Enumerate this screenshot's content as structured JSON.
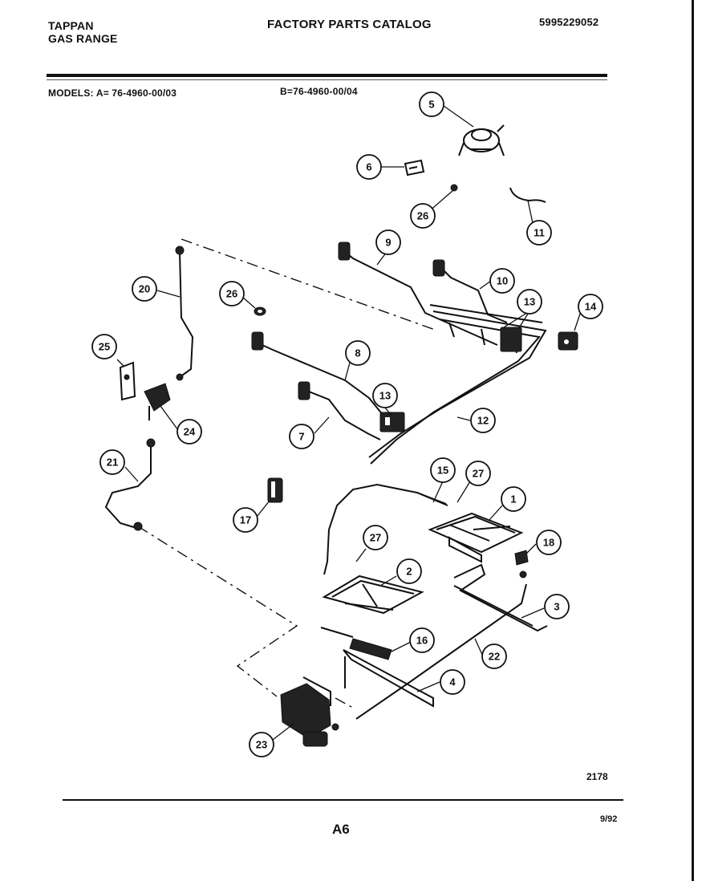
{
  "header": {
    "brand_line1": "TAPPAN",
    "brand_line2": "GAS RANGE",
    "catalog_title": "FACTORY PARTS CATALOG",
    "catalog_number": "5995229052",
    "models_label": "MODELS:",
    "model_a": "A= 76-4960-00/03",
    "model_b": "B=76-4960-00/04"
  },
  "callouts": {
    "c1": "1",
    "c2": "2",
    "c3": "3",
    "c4": "4",
    "c5": "5",
    "c6": "6",
    "c7": "7",
    "c8": "8",
    "c9": "9",
    "c10": "10",
    "c11": "11",
    "c12": "12",
    "c13a": "13",
    "c13b": "13",
    "c14": "14",
    "c15": "15",
    "c16": "16",
    "c17": "17",
    "c18": "18",
    "c20": "20",
    "c21": "21",
    "c22": "22",
    "c23": "23",
    "c24": "24",
    "c25": "25",
    "c26a": "26",
    "c26b": "26",
    "c27a": "27",
    "c27b": "27"
  },
  "footer": {
    "figure_number": "2178",
    "page_number": "A6",
    "date": "9/92"
  }
}
